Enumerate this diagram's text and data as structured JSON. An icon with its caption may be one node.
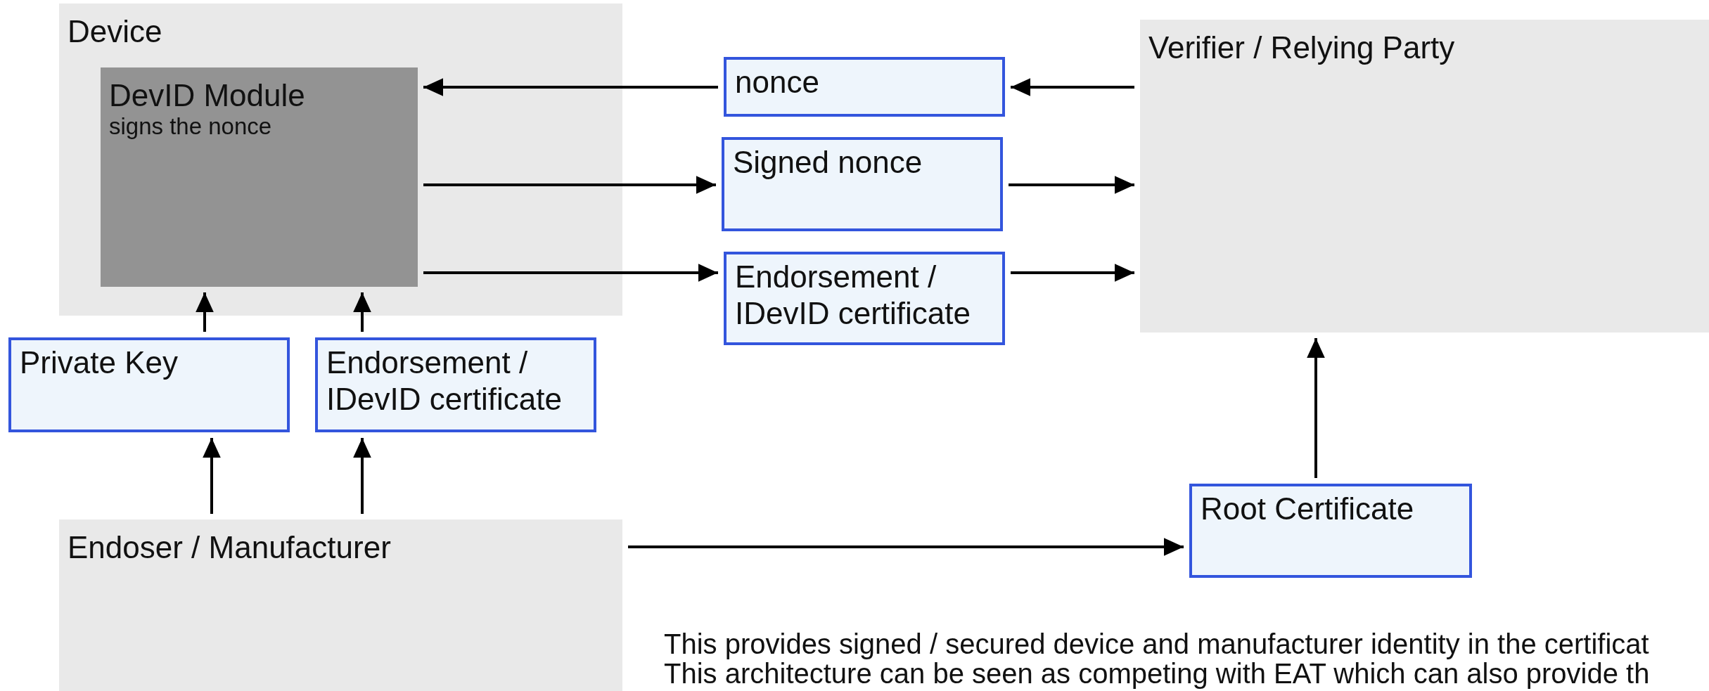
{
  "diagram": {
    "nodes": [
      {
        "text": [
          "Device"
        ]
      },
      {
        "text": [
          "DevID Module",
          "signs the nonce"
        ],
        "in": 0
      },
      {
        "text": [
          "nonce"
        ]
      },
      {
        "text": [
          "Verifier / Relying Party"
        ]
      },
      {
        "text": [
          "Signed nonce"
        ]
      },
      {
        "text": [
          "Endorsement / IDevID certificate"
        ]
      },
      {
        "text": [
          "Private Key"
        ]
      },
      {
        "text": [
          "Endorsement / IDevID certificate"
        ]
      },
      {
        "text": [
          "Endoser / Manufacturer"
        ]
      },
      {
        "text": [
          "Root Certificate"
        ]
      }
    ],
    "edges": [
      {
        "from": 3,
        "to": 2,
        "arrow": "to"
      },
      {
        "from": 2,
        "to": 1,
        "arrow": "to"
      },
      {
        "from": 1,
        "to": 4,
        "arrow": "to"
      },
      {
        "from": 4,
        "to": 3,
        "arrow": "to"
      },
      {
        "from": 1,
        "to": 5,
        "arrow": "to"
      },
      {
        "from": 5,
        "to": 3,
        "arrow": "to"
      },
      {
        "from": 6,
        "to": 1,
        "arrow": "to"
      },
      {
        "from": 7,
        "to": 1,
        "arrow": "to"
      },
      {
        "from": 8,
        "to": 6,
        "arrow": "to"
      },
      {
        "from": 8,
        "to": 7,
        "arrow": "to"
      },
      {
        "from": 8,
        "to": 9,
        "arrow": "to"
      },
      {
        "from": 9,
        "to": 3,
        "arrow": "to"
      }
    ],
    "labels": [
      "This provides signed / secured device and manufacturer identity in the certificat",
      "This architecture can be seen as competing with EAT which can also provide th"
    ]
  }
}
